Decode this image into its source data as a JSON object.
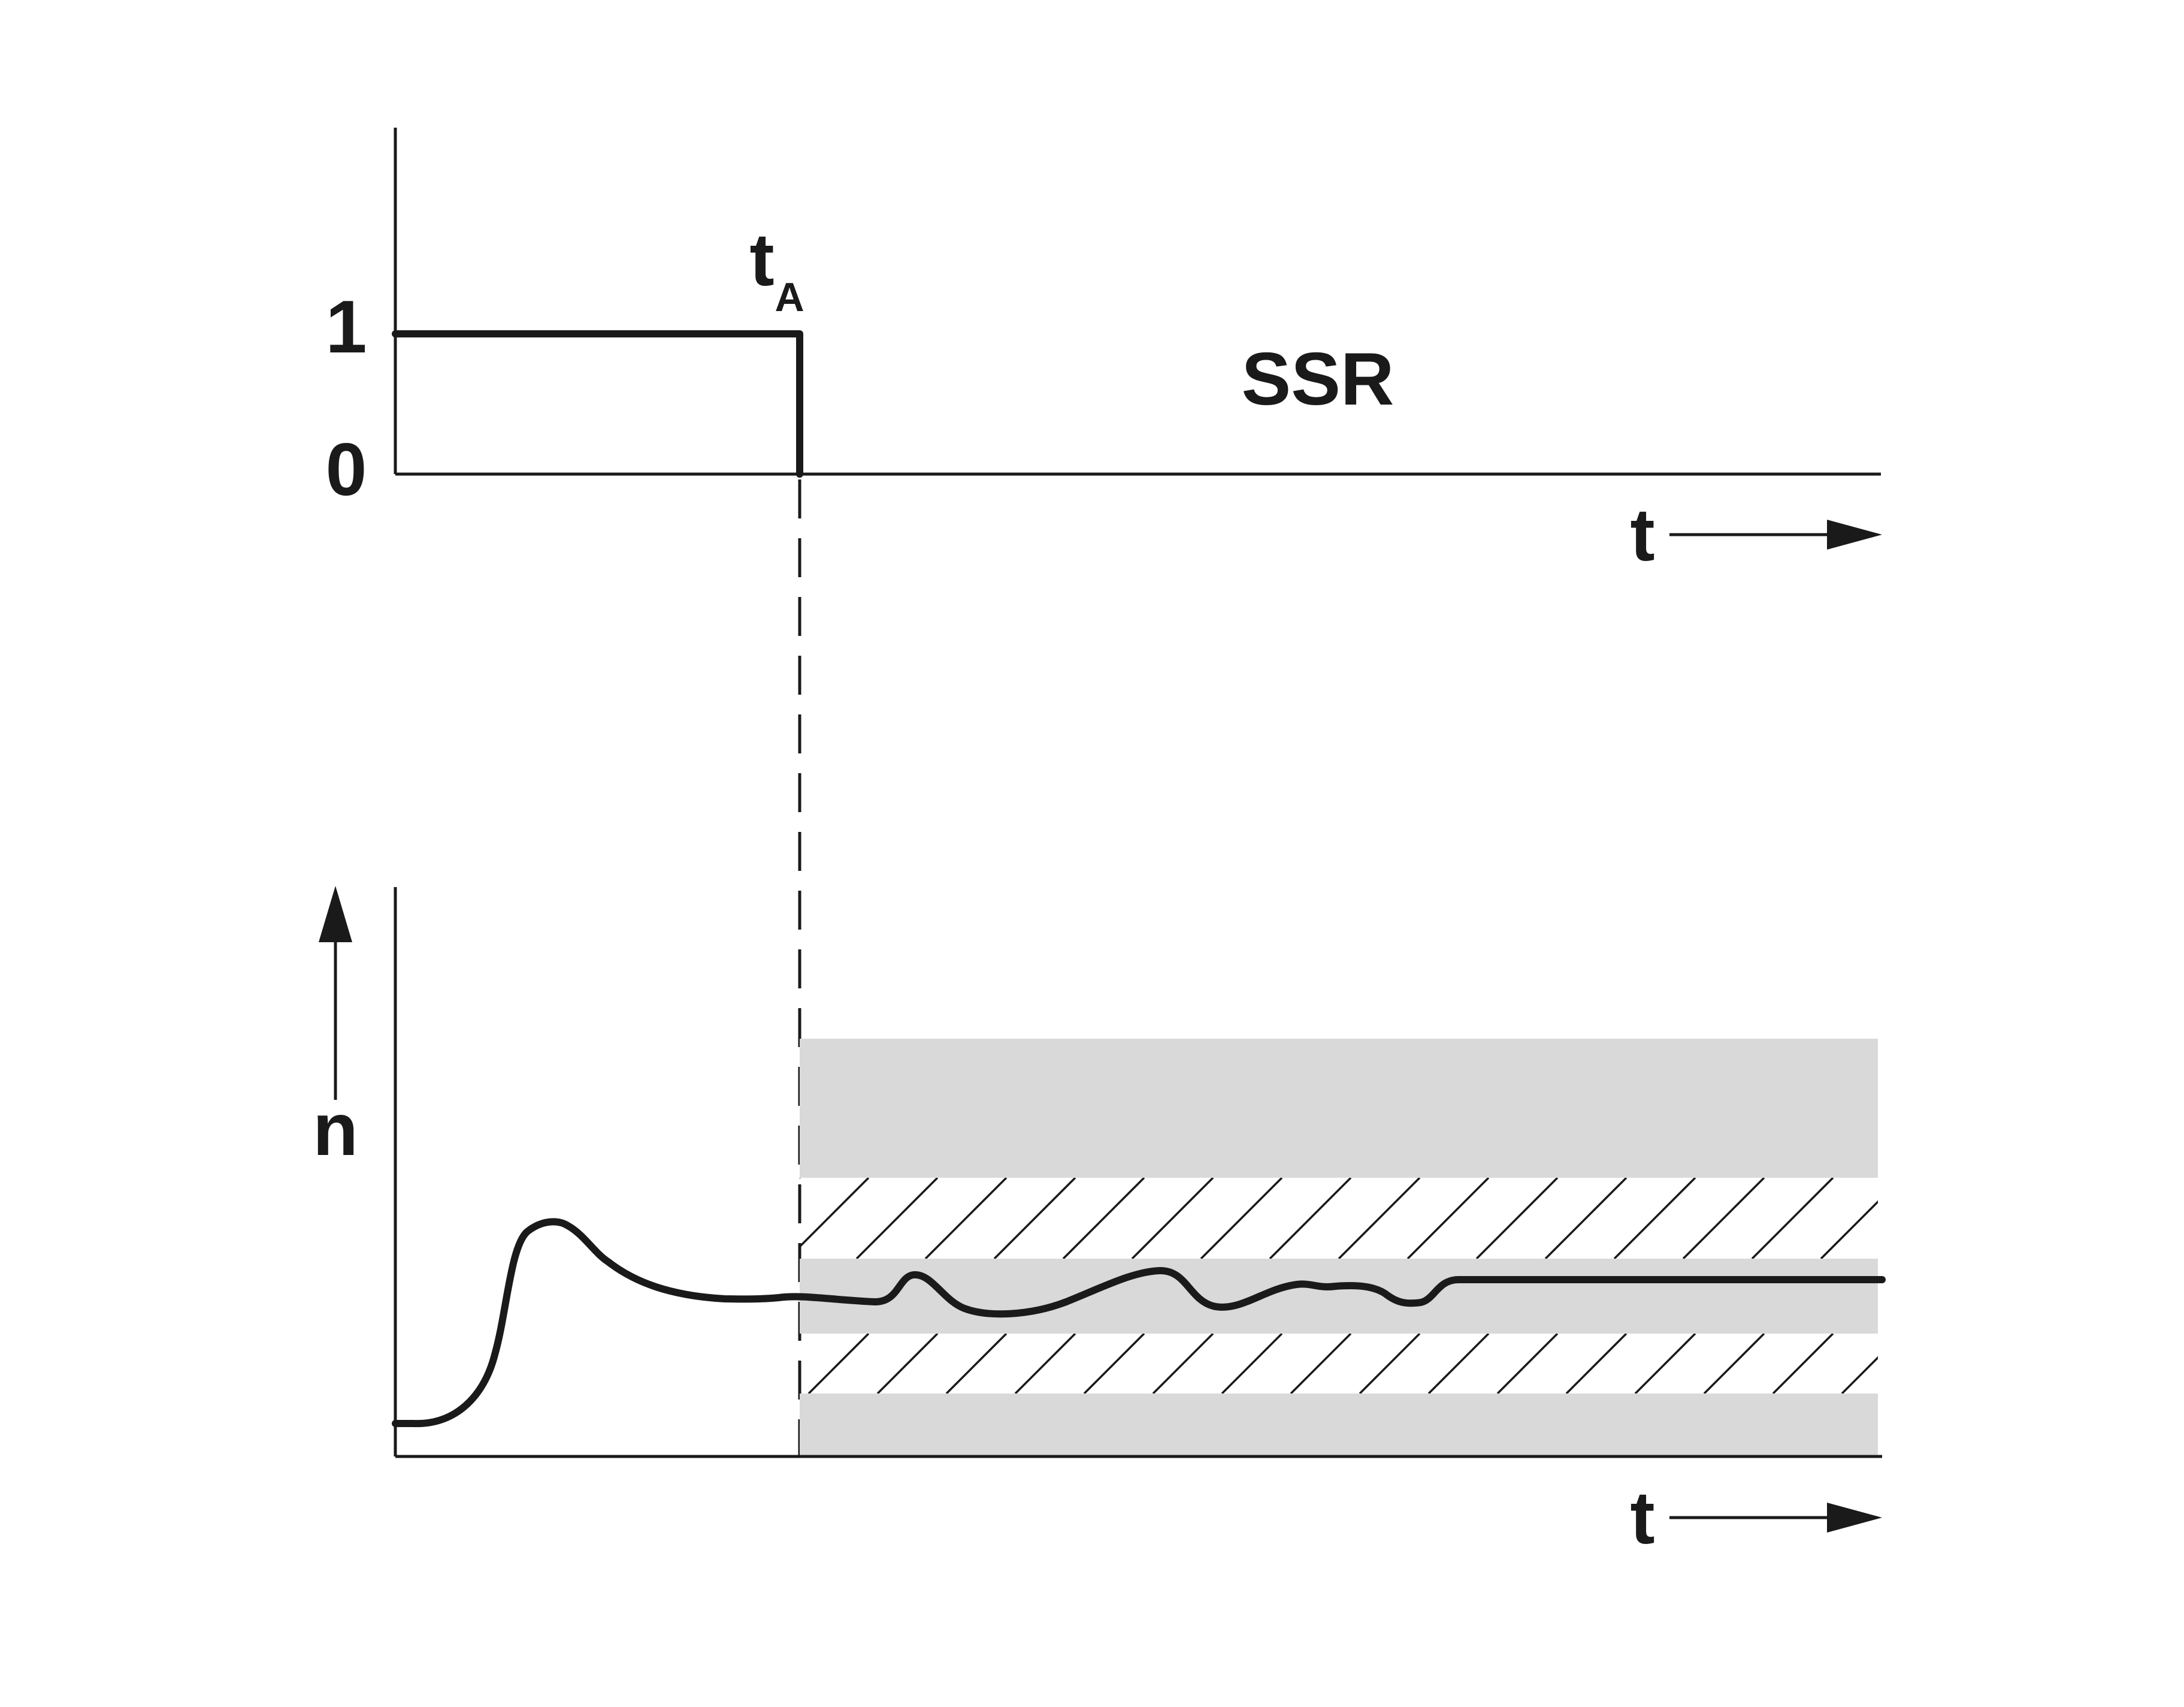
{
  "top_chart": {
    "y_label_one": "1",
    "y_label_zero": "0",
    "event_label_main": "t",
    "event_label_sub": "A",
    "title": "SSR",
    "x_label": "t"
  },
  "bottom_chart": {
    "y_label": "n",
    "x_label": "t"
  },
  "colors": {
    "ink": "#1a1a1a",
    "band": "#d9d9d9",
    "background": "#ffffff"
  }
}
